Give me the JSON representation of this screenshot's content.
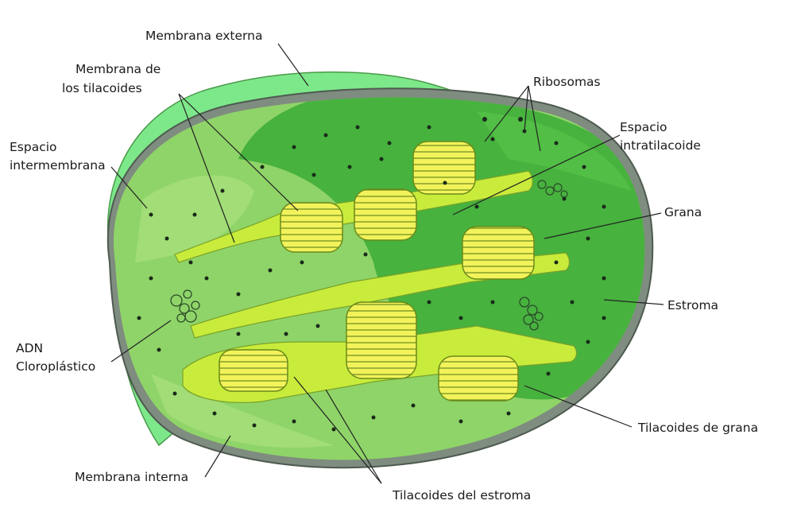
{
  "labels": {
    "membrana_externa": "Membrana externa",
    "membrana_tilacoides_1": "Membrana de",
    "membrana_tilacoides_2": "los tilacoides",
    "espacio_intermembrana_1": "Espacio",
    "espacio_intermembrana_2": "intermembrana",
    "adn_1": "ADN",
    "adn_2": "Cloroplástico",
    "membrana_interna": "Membrana interna",
    "ribosomas": "Ribosomas",
    "espacio_intratilacoide_1": "Espacio",
    "espacio_intratilacoide_2": "intratilacoide",
    "grana": "Grana",
    "estroma": "Estroma",
    "tilacoides_grana": "Tilacoides de grana",
    "tilacoides_estroma": "Tilacoides del estroma"
  },
  "colors": {
    "outer_membrane": "#7de88a",
    "inner_membrane": "#7a8a7a",
    "stroma_light": "#8fd468",
    "stroma_dark": "#3fae3a",
    "thylakoid": "#d6f03a",
    "granum": "#f2f25a",
    "ribosome": "#1a2a1a"
  }
}
